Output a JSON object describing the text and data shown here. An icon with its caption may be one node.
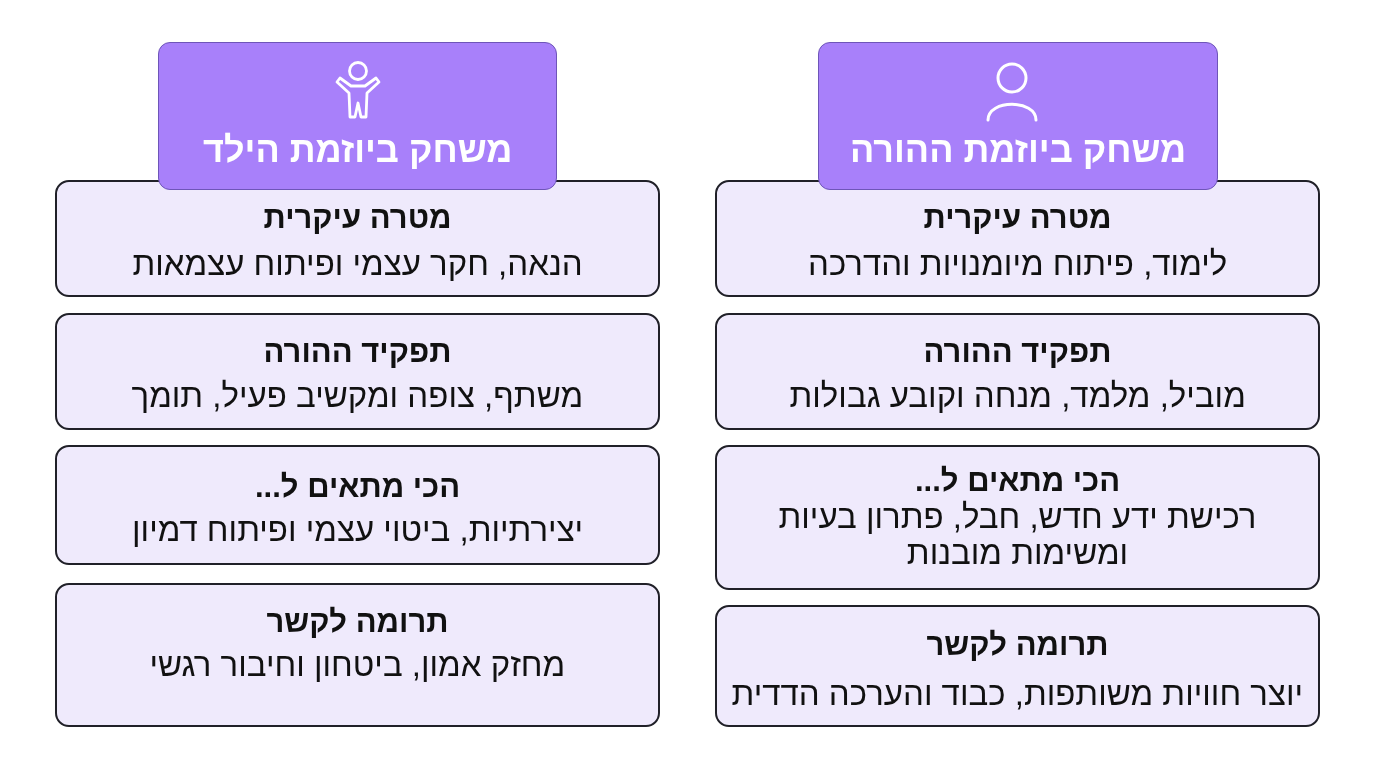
{
  "diagram": {
    "nodes": [
      {
        "text": [
          "משחק ביוזמת ההורה"
        ]
      },
      {
        "text": [
          "מטרה עיקרית",
          "לימוד, פיתוח מיומנויות והדרכה"
        ]
      },
      {
        "text": [
          "תפקיד ההורה",
          "מוביל, מלמד, מנחה וקובע גבולות"
        ]
      },
      {
        "text": [
          "הכי מתאים ל...",
          "רכישת ידע חדש, חבל, פתרון בעיות ומשימות מובנות"
        ]
      },
      {
        "text": [
          "תרומה לקשר",
          "יוצר חוויות משותפות, כבוד והערכה הדדית"
        ]
      },
      {
        "text": [
          "משחק ביוזמת הילד"
        ]
      },
      {
        "text": [
          "מטרה עיקרית",
          "הנאה, חקר עצמי ופיתוח עצמאות"
        ]
      },
      {
        "text": [
          "תפקיד ההורה",
          "משתף, צופה ומקשיב פעיל, תומך"
        ]
      },
      {
        "text": [
          "הכי מתאים ל...",
          "יצירתיות, ביטוי עצמי ופיתוח דמיון"
        ]
      },
      {
        "text": [
          "תרומה לקשר",
          "מחזק אמון, ביטחון וחיבור רגשי"
        ]
      }
    ]
  }
}
